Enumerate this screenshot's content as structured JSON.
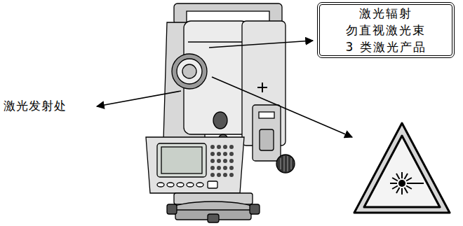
{
  "diagram": {
    "nodes": [
      {
        "text": [
          "激光辐射",
          "勿直视激光束",
          "3 类激光产品"
        ]
      }
    ],
    "labels": [
      "激光发射处"
    ]
  }
}
